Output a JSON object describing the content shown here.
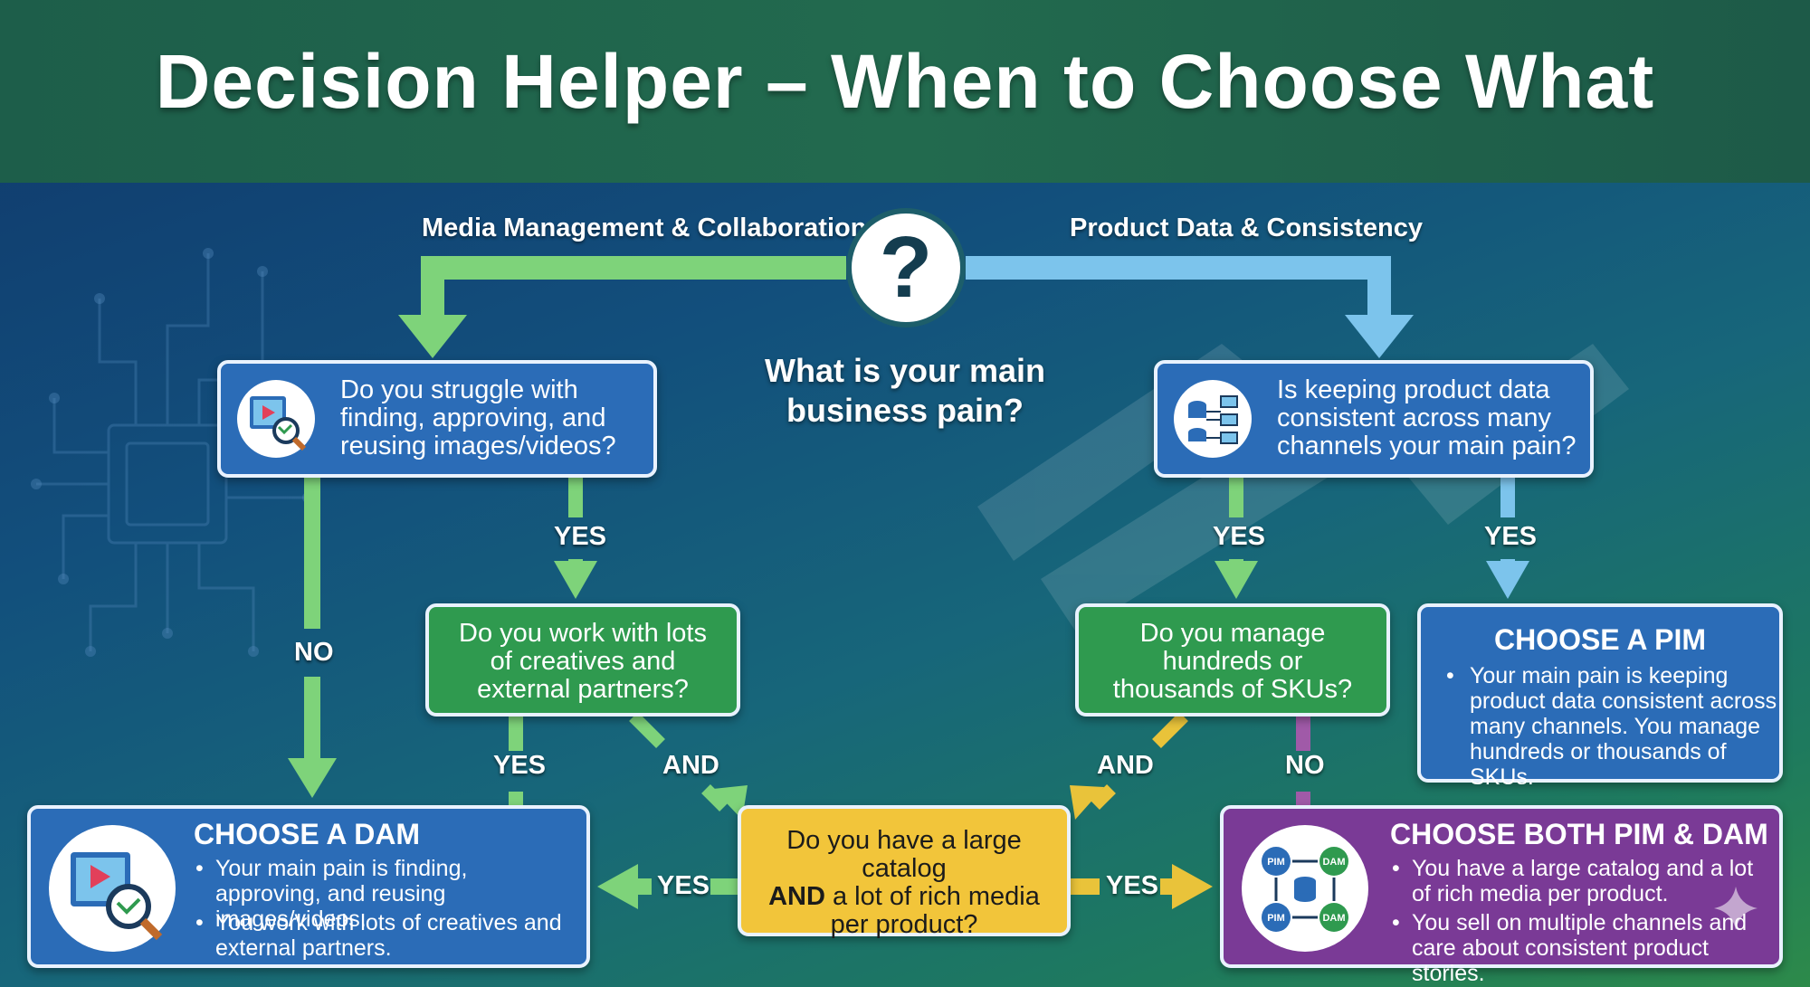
{
  "title": "Decision Helper – When to Choose What",
  "central_question": "What is your main business pain?",
  "central_symbol": "?",
  "branches": {
    "left": "Media Management & Collaboration",
    "right": "Product Data & Consistency"
  },
  "questions": {
    "q1": "Do you struggle with finding, approving, and reusing images/videos?",
    "q2": "Do you work with lots of creatives and external partners?",
    "q3": "Is keeping product data consistent across many channels your main pain?",
    "q4": "Do you manage hundreds or thousands of SKUs?",
    "q5_line1": "Do you have a large catalog",
    "q5_line2_bold": "AND",
    "q5_line2_rest": " a lot of rich media",
    "q5_line3": "per product?"
  },
  "flow_labels": {
    "q1_yes": "YES",
    "q1_no": "NO",
    "q2_yes": "YES",
    "q2_and": "AND",
    "q3_yes_left": "YES",
    "q3_yes_right": "YES",
    "q4_and": "AND",
    "q4_no": "NO",
    "q5_yes_left": "YES",
    "q5_yes_right": "YES"
  },
  "outcomes": {
    "dam": {
      "title": "CHOOSE A DAM",
      "bullets": [
        "Your main pain is finding, approving, and reusing images/videos.",
        "You work with lots of creatives and external partners."
      ]
    },
    "pim": {
      "title": "CHOOSE A PIM",
      "bullets": [
        "Your main pain is keeping product data consistent across many channels. You manage hundreds or thousands of SKUs."
      ]
    },
    "both": {
      "title": "CHOOSE BOTH PIM & DAM",
      "bullets": [
        "You have a large catalog and a lot of rich media per product.",
        "You sell on multiple channels and care about consistent product stories."
      ],
      "icon_labels": [
        "PIM",
        "DAM",
        "PIM",
        "DAM"
      ]
    }
  },
  "colors": {
    "left_path": "#7ed37a",
    "right_path": "#7cc4ec",
    "and_path": "#e9c33a",
    "no_path_right": "#a05aa8",
    "question_blue": "#2b6cb7",
    "question_green": "#2f9a4f",
    "question_yellow": "#f2c53a",
    "both_purple": "#7a3a96"
  },
  "icons": {
    "q1": "media-search-icon",
    "q3": "database-sync-icon",
    "dam": "media-search-icon",
    "both": "pim-dam-cycle-icon"
  }
}
